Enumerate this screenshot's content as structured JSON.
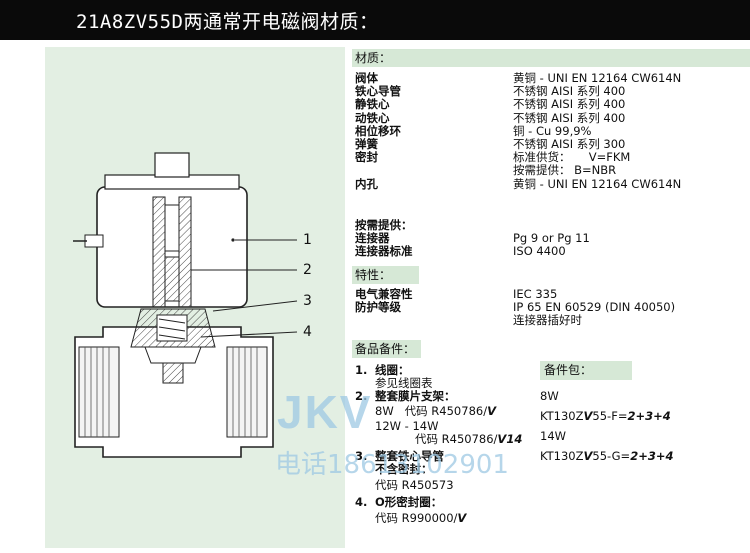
{
  "header": {
    "title": "21A8ZV55D两通常开电磁阀材质："
  },
  "drawing": {
    "callouts": [
      "1",
      "2",
      "3",
      "4"
    ]
  },
  "materials": {
    "heading": "材质：",
    "rows": [
      {
        "k": "阀体",
        "v": "黄铜 - UNI EN 12164 CW614N"
      },
      {
        "k": "铁心导管",
        "v": "不锈钢 AISI 系列 400"
      },
      {
        "k": "静铁心",
        "v": "不锈钢 AISI 系列 400"
      },
      {
        "k": "动铁心",
        "v": "不锈钢 AISI 系列 400"
      },
      {
        "k": "相位移环",
        "v": "铜 - Cu 99,9%"
      },
      {
        "k": "弹簧",
        "v": "不锈钢 AISI 系列 300"
      },
      {
        "k": "密封",
        "v": "标准供货：     V=FKM"
      },
      {
        "k": "",
        "v": "按需提供： B=NBR"
      },
      {
        "k": "内孔",
        "v": "黄铜 - UNI EN 12164 CW614N"
      }
    ],
    "on_demand_label": "按需提供：",
    "connector_label": "连接器",
    "connector_value": "Pg 9 or Pg 11",
    "connector_std_label": "连接器标准",
    "connector_std_value": "ISO 4400"
  },
  "features": {
    "heading": "特性：",
    "rows": [
      {
        "k": "电气兼容性",
        "v": "IEC 335"
      },
      {
        "k": "防护等级",
        "v": "IP 65 EN 60529 (DIN 40050)"
      },
      {
        "k": "",
        "v": "连接器插好时"
      }
    ]
  },
  "spares": {
    "heading": "备品备件：",
    "item1_num": "1.",
    "item1_title": "线圈：",
    "item1_sub": "参见线圈表",
    "item2_num": "2.",
    "item2_title": "整套膜片支架：",
    "item2_a_power": "8W",
    "item2_a_code_label": "代码 R450786/",
    "item2_a_code_suffix": "V",
    "item2_b_power": "12W - 14W",
    "item2_b_code_label": "代码 R450786/",
    "item2_b_code_suffix": "V14",
    "item3_num": "3.",
    "item3_title": "整套铁心导管",
    "item3_sub": "不含密封：",
    "item3_code": "代码 R450573",
    "item4_num": "4.",
    "item4_title": "O形密封圈：",
    "item4_code_label": "代码 R990000/",
    "item4_code_suffix": "V"
  },
  "kit": {
    "heading": "备件包：",
    "p1": "8W",
    "k1_prefix": "KT130Z",
    "k1_v": "V",
    "k1_mid": "55-F=",
    "k1_suffix": "2+3+4",
    "p2": "14W",
    "k2_prefix": "KT130Z",
    "k2_v": "V",
    "k2_mid": "55-G=",
    "k2_suffix": "2+3+4"
  },
  "watermark": {
    "brand": "JKV",
    "phone": "电话18613102901"
  }
}
